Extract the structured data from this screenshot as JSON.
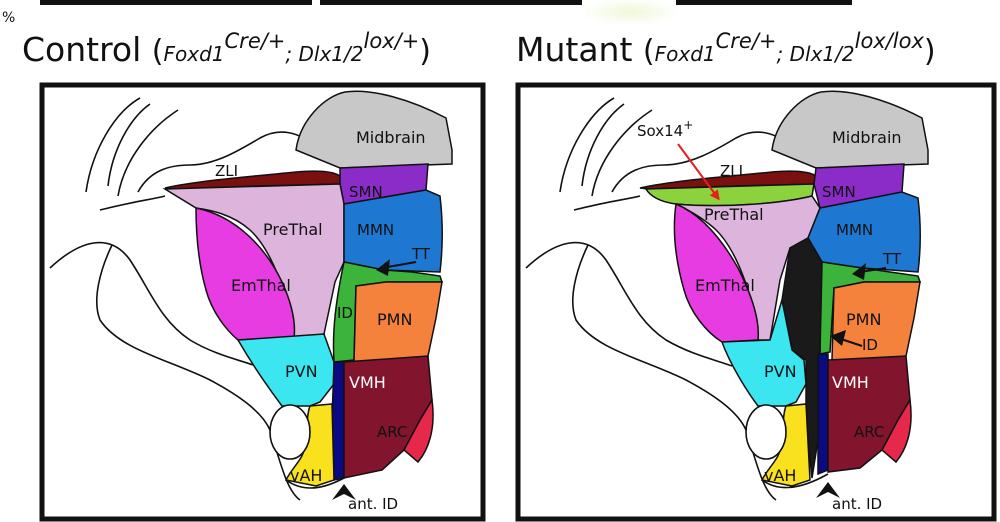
{
  "corner_mark": "%",
  "control": {
    "label": "Control",
    "genotype_a": "Foxd1",
    "sup_a": "Cre/+",
    "sep": "; ",
    "genotype_b": "Dlx1/2",
    "sup_b": "lox/+"
  },
  "mutant": {
    "label": "Mutant",
    "genotype_a": "Foxd1",
    "sup_a": "Cre/+",
    "sep": "; ",
    "genotype_b": "Dlx1/2",
    "sup_b": "lox/lox"
  },
  "regions": {
    "midbrain": "Midbrain",
    "zli": "ZLI",
    "smn": "SMN",
    "prethal": "PreThal",
    "mmn": "MMN",
    "tt": "TT",
    "emthal": "EmThal",
    "id": "ID",
    "pmn": "PMN",
    "pvn": "PVN",
    "vmh": "VMH",
    "arc": "ARC",
    "vah": "vAH",
    "ant_id": "ant. ID"
  },
  "annotation": {
    "sox14": "Sox14",
    "sox14_sup": "+"
  },
  "colors": {
    "midbrain": "#c8c8c8",
    "zli": "#7a1010",
    "smn": "#8b2bc8",
    "prethal": "#dcb4dc",
    "mmn": "#1e78d2",
    "tt_id": "#3cb43c",
    "emthal": "#e63ce1",
    "pmn": "#f5823c",
    "pvn": "#3ce6f0",
    "vmh": "#82142d",
    "arc": "#e6284b",
    "vah": "#fae11e",
    "ant_id": "#0a0a82",
    "sox14": "#8cd23c",
    "arrow_red": "#e61e1e"
  }
}
